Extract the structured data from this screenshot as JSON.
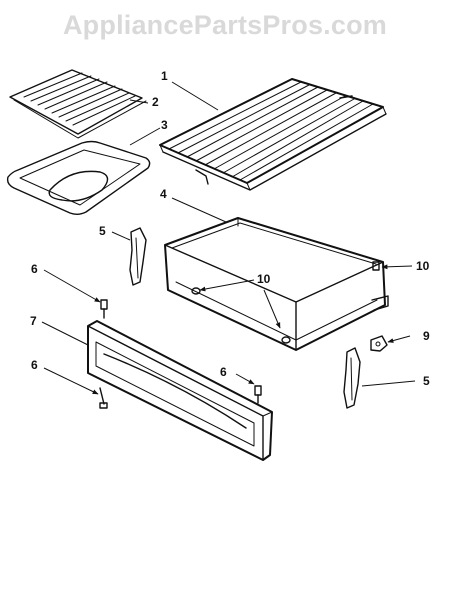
{
  "watermark": "AppliancePartsPros.com",
  "callouts": {
    "c1": "1",
    "c2": "2",
    "c3": "3",
    "c4": "4",
    "c5a": "5",
    "c5b": "5",
    "c6a": "6",
    "c6b": "6",
    "c6c": "6",
    "c7": "7",
    "c9": "9",
    "c10a": "10",
    "c10b": "10"
  },
  "colors": {
    "line": "#111111",
    "watermark": "#d9d9d9",
    "background": "#ffffff"
  }
}
